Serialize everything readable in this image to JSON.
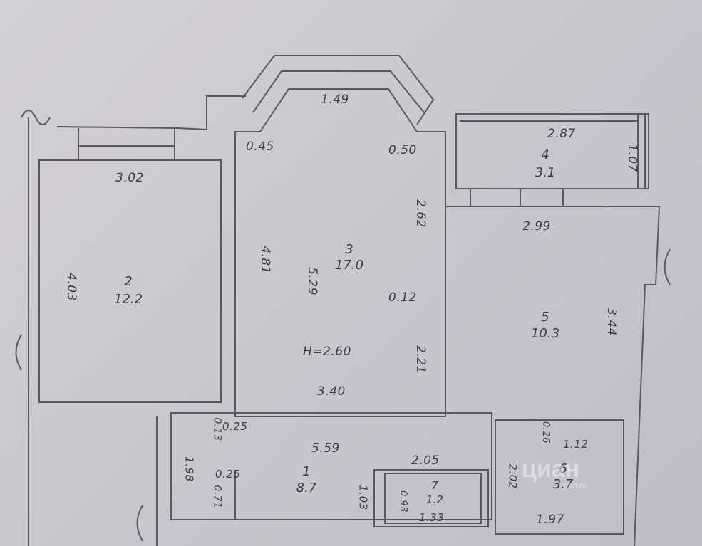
{
  "plan": {
    "ceiling_height": "H=2.60",
    "rooms": [
      {
        "number": "1",
        "area": "8.7"
      },
      {
        "number": "2",
        "area": "12.2"
      },
      {
        "number": "3",
        "area": "17.0"
      },
      {
        "number": "4",
        "area": "3.1"
      },
      {
        "number": "5",
        "area": "10.3"
      },
      {
        "number": "6",
        "area": "3.7"
      },
      {
        "number": "7",
        "area": "1.2"
      }
    ],
    "dimensions": {
      "bay_top": "1.49",
      "bay_left": "0.45",
      "bay_right": "0.50",
      "room2_width": "3.02",
      "room2_height": "4.03",
      "room3_left": "4.81",
      "room3_inner": "5.29",
      "room3_right_top": "2.62",
      "room3_right_offset": "0.12",
      "room3_right_bottom": "2.21",
      "room3_width": "3.40",
      "balcony_width": "2.87",
      "balcony_depth": "1.07",
      "room5_width": "2.99",
      "room5_height": "3.44",
      "corridor_length": "5.59",
      "corridor_left": "1.98",
      "corridor_niche_top": "0.13",
      "corridor_offset_top": "0.25",
      "corridor_offset_bottom": "0.25",
      "corridor_niche_bottom": "0.71",
      "toilet_top": "2.05",
      "toilet_left": "1.03",
      "toilet_inner": "0.93",
      "toilet_width": "1.33",
      "bath_height": "2.02",
      "bath_offset": "0.26",
      "bath_top": "1.12",
      "bath_width": "1.97"
    }
  },
  "watermark": {
    "brand": "циан",
    "sub": "cian.ru"
  }
}
